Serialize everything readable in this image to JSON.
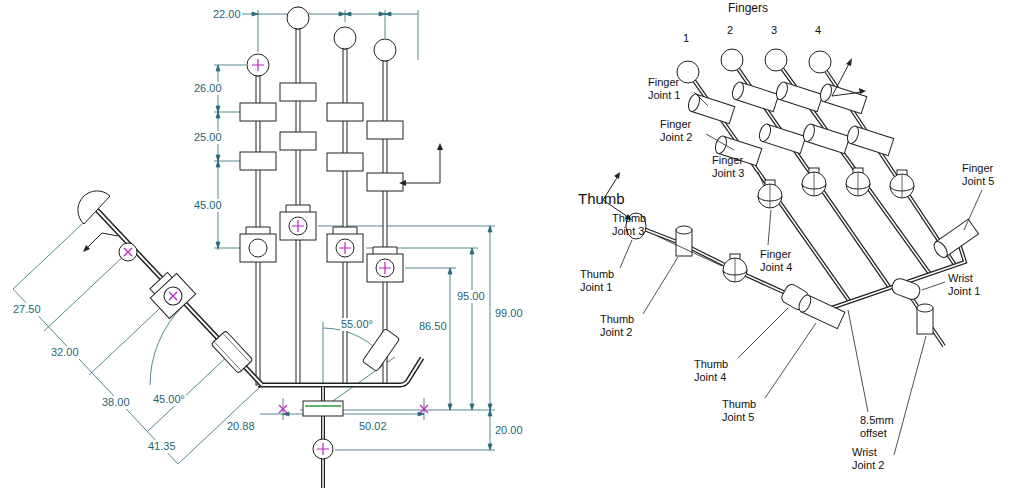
{
  "diagram": {
    "labels": [
      "22.00",
      "26.00",
      "25.00",
      "45.00",
      "27.50",
      "32.00",
      "45.00°",
      "55.00°",
      "99.00",
      "95.00",
      "86.50",
      "38.00",
      "20.88",
      "50.02",
      "41.35",
      "20.00",
      "Fingers",
      "1",
      "2",
      "3",
      "4",
      "Finger Joint 1",
      "Finger Joint 2",
      "Finger Joint 3",
      "Thumb",
      "Thumb Joint 3",
      "Finger Joint 4",
      "Finger Joint 5",
      "Thumb Joint 1",
      "Thumb Joint 2",
      "Wrist Joint 1",
      "Thumb Joint 4",
      "Thumb Joint 5",
      "8.5mm offset",
      "Wrist Joint 2"
    ]
  }
}
